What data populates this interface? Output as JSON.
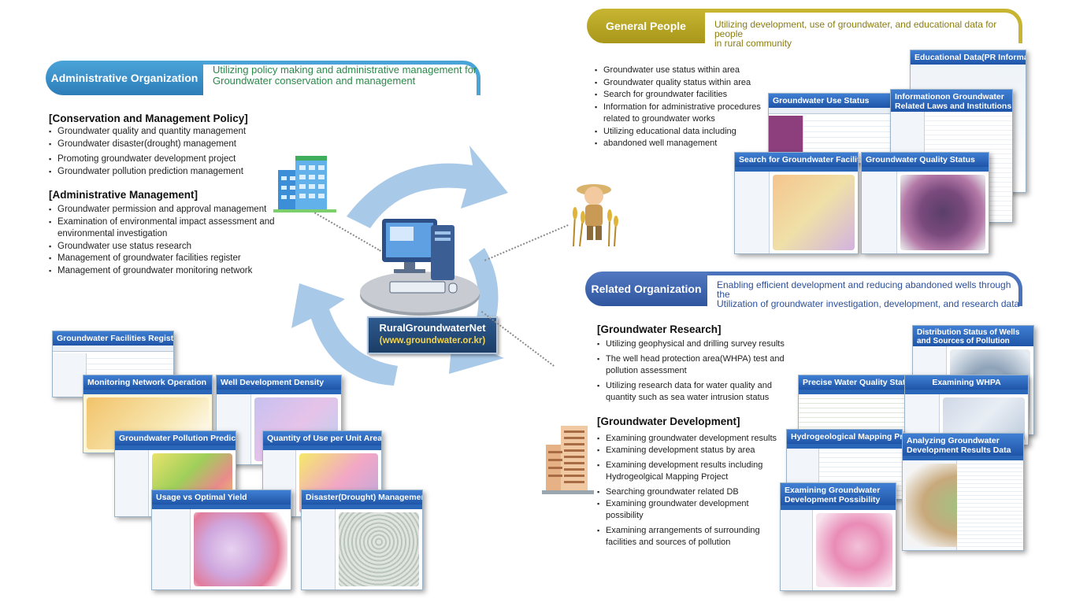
{
  "center": {
    "name": "RuralGroundwaterNet",
    "url": "(www.groundwater.or.kr)"
  },
  "admin": {
    "header_label": "Administrative Organization",
    "header_desc_1": "Utilizing policy making and administrative management for",
    "header_desc_2": "Groundwater conservation and management",
    "policy_title": "[Conservation and Management Policy]",
    "policy_items": [
      "Groundwater quality and quantity management",
      "Groundwater disaster(drought) management",
      "Promoting groundwater development project",
      "Groundwater pollution prediction management"
    ],
    "mgmt_title": "[Administrative Management]",
    "mgmt_items": [
      "Groundwater permission and approval management",
      "Examination of environmental impact assessment and",
      "environmental investigation",
      "Groundwater use status research",
      "Management of groundwater facilities register",
      "Management of groundwater monitoring network"
    ],
    "screens": [
      "Groundwater Facilities Register",
      "Monitoring Network Operation",
      "Well Development Density",
      "Groundwater Pollution Prediction",
      "Quantity of Use per Unit Area",
      "Usage vs Optimal Yield",
      "Disaster(Drought) Management"
    ]
  },
  "general": {
    "header_label": "General People",
    "header_desc_1": "Utilizing development, use of groundwater, and educational data for people",
    "header_desc_2": "in rural community",
    "items": [
      "Groundwater use status within area",
      "Groundwater quality status within area",
      "Search for groundwater facilities",
      "Information for administrative procedures",
      "related to groundwater works",
      "Utilizing educational data including",
      "abandoned well management"
    ],
    "screens": [
      "Educational Data(PR Information)",
      "Groundwater Use Status",
      "Informationon Groundwater Related Laws and Institutions",
      "Search for Groundwater Facilities",
      "Groundwater Quality Status"
    ]
  },
  "related": {
    "header_label": "Related Organization",
    "header_desc_1": "Enabling efficient development and reducing abandoned wells through the",
    "header_desc_2": "Utilization of groundwater investigation, development, and research data",
    "research_title": "[Groundwater Research]",
    "research_items": [
      "Utilizing geophysical and drilling survey results",
      "The well head protection area(WHPA) test and",
      "pollution assessment",
      "Utilizing research data for water quality and",
      "quantity such as sea water intrusion status"
    ],
    "dev_title": "[Groundwater Development]",
    "dev_items": [
      "Examining groundwater development results",
      "Examining development status by area",
      "Examining development results including",
      "Hydrogeolgical Mapping Project",
      "Searching groundwater related DB",
      "Examining groundwater development",
      "possibility",
      "Examining arrangements of surrounding",
      "facilities and sources of pollution"
    ],
    "screens": [
      "Distribution Status of Wells and Sources of Pollution",
      "Precise Water Quality Status",
      "Examining WHPA",
      "Hydrogeological Mapping Project",
      "Analyzing Groundwater Development Results Data",
      "Examining Groundwater Development Possibility"
    ]
  },
  "colors": {
    "admin_accent": "#3a8fc8",
    "general_accent": "#b3a11c",
    "related_accent": "#3d66b0",
    "arrow": "#a9c9e9"
  }
}
